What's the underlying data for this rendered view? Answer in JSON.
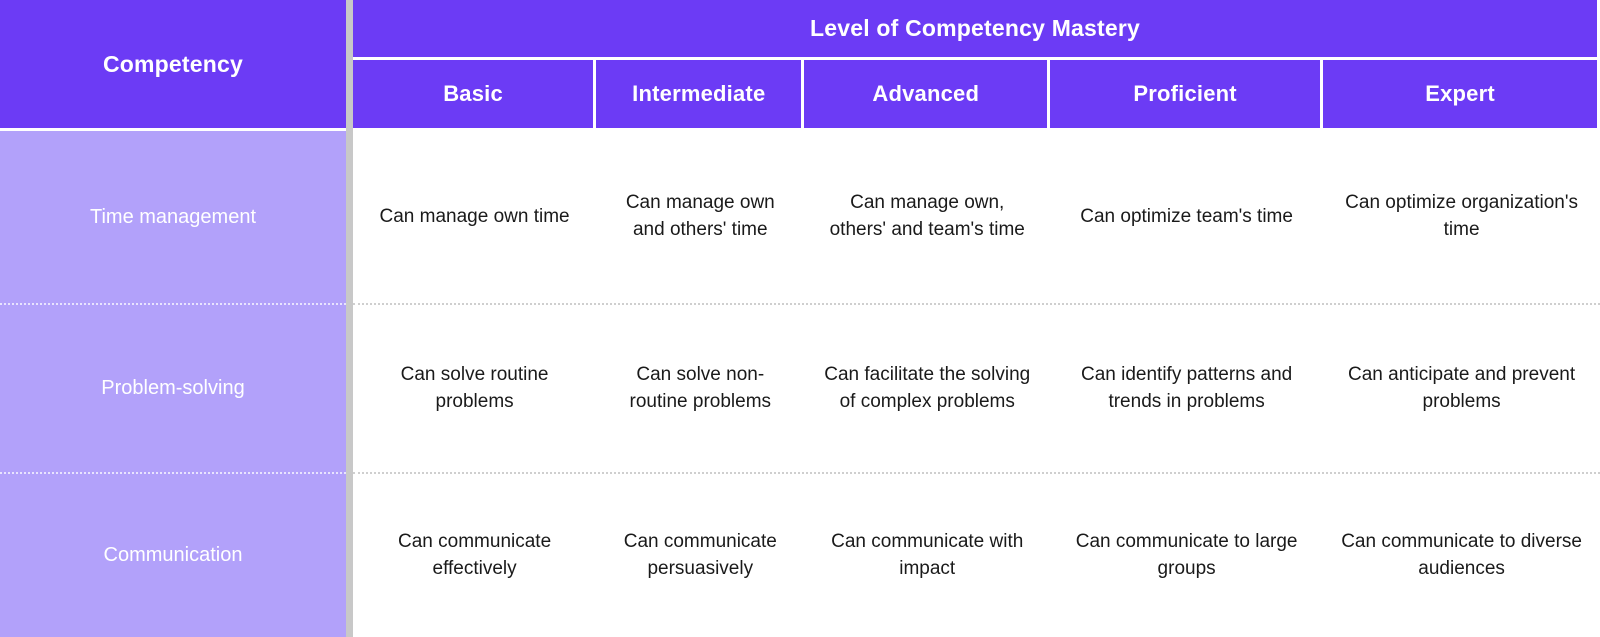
{
  "table": {
    "corner_header": "Competency",
    "banner_title": "Level of Competency Mastery",
    "column_headers": [
      "Basic",
      "Intermediate",
      "Advanced",
      "Proficient",
      "Expert"
    ],
    "rows": [
      {
        "label": "Time management",
        "cells": [
          "Can manage own time",
          "Can manage own and others' time",
          "Can manage own, others' and team's time",
          "Can optimize team's time",
          "Can optimize organization's time"
        ]
      },
      {
        "label": "Problem-solving",
        "cells": [
          "Can solve routine problems",
          "Can solve non-routine problems",
          "Can facilitate the solving of complex problems",
          "Can identify patterns and trends in problems",
          "Can anticipate and prevent problems"
        ]
      },
      {
        "label": "Communication",
        "cells": [
          "Can communicate effectively",
          "Can communicate persuasively",
          "Can communicate with impact",
          "Can communicate to large groups",
          "Can communicate to diverse audiences"
        ]
      }
    ],
    "colors": {
      "header_bg": "#6C3BF5",
      "row_label_bg": "#B2A1FA",
      "divider_gray": "#C8C8C8",
      "header_text": "#FFFFFF",
      "body_text": "#1A1A1A"
    }
  }
}
